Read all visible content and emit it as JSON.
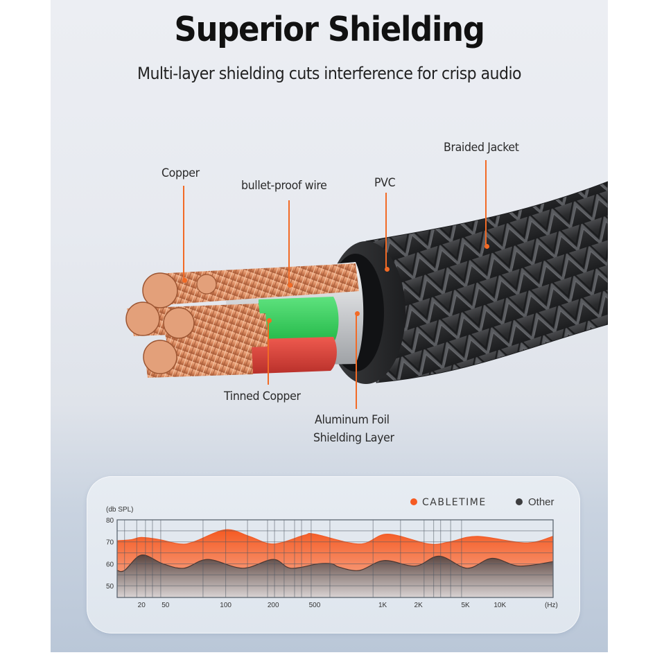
{
  "header": {
    "title": "Superior Shielding",
    "subtitle": "Multi-layer shielding cuts interference for crisp audio"
  },
  "cable_diagram": {
    "labels": [
      {
        "id": "copper",
        "text": "Copper"
      },
      {
        "id": "bullet_proof_wire",
        "text": "bullet-proof wire"
      },
      {
        "id": "pvc",
        "text": "PVC"
      },
      {
        "id": "braided_jacket",
        "text": "Braided Jacket"
      },
      {
        "id": "tinned_copper",
        "text": "Tinned Copper"
      },
      {
        "id": "aluminum_foil_line1",
        "text": "Aluminum Foil"
      },
      {
        "id": "aluminum_foil_line2",
        "text": "Shielding Layer"
      }
    ],
    "colors": {
      "leader": "#f26a25",
      "copper": "#d9895f",
      "green_insulation": "#2fd158",
      "red_insulation": "#e0443c",
      "foil": "#d8dadc",
      "pvc": "#2a2b2d",
      "jacket": "#2c2d2f"
    }
  },
  "chart_data": {
    "type": "area",
    "title": "",
    "ylabel": "(db SPL)",
    "xlabel": "(Hz)",
    "ylim": [
      44.7,
      80
    ],
    "yticks": [
      80,
      70,
      60,
      50
    ],
    "xticks": [
      "20",
      "50",
      "100",
      "200",
      "500",
      "1K",
      "2K",
      "5K",
      "10K"
    ],
    "x_scale": "log (visual position 0-1 across plot)",
    "grid": true,
    "legend": {
      "position": "top-right",
      "entries": [
        {
          "name": "CABLETIME",
          "color": "#f55a22"
        },
        {
          "name": "Other",
          "color": "#3d3d3f"
        }
      ]
    },
    "series": [
      {
        "name": "CABLETIME",
        "color_top": "#f55a22",
        "color_bottom": "#f7b7a0",
        "x": [
          0.0,
          0.033,
          0.056,
          0.097,
          0.145,
          0.176,
          0.249,
          0.303,
          0.358,
          0.429,
          0.453,
          0.556,
          0.62,
          0.715,
          0.763,
          0.827,
          0.938,
          1.0
        ],
        "values": [
          70.5,
          71,
          72,
          71,
          69,
          70,
          75.5,
          72.5,
          69,
          73,
          73.5,
          69,
          73.5,
          69,
          70,
          72.5,
          69.5,
          72.5
        ]
      },
      {
        "name": "Other",
        "color_top": "#5a433d",
        "color_bottom": "#d9d3d3",
        "x": [
          0.0,
          0.017,
          0.056,
          0.105,
          0.153,
          0.208,
          0.288,
          0.358,
          0.398,
          0.461,
          0.493,
          0.509,
          0.556,
          0.612,
          0.684,
          0.739,
          0.803,
          0.86,
          0.922,
          1.0
        ],
        "values": [
          57,
          57,
          64,
          60,
          58,
          62,
          58,
          62,
          58,
          60,
          60,
          58.5,
          57,
          61.5,
          59,
          63.5,
          58,
          62.5,
          59,
          61
        ]
      }
    ],
    "vertical_gridlines": [
      0.017,
      0.045,
      0.065,
      0.081,
      0.1,
      0.197,
      0.249,
      0.299,
      0.345,
      0.361,
      0.383,
      0.407,
      0.423,
      0.445,
      0.488,
      0.587,
      0.65,
      0.704,
      0.726,
      0.742,
      0.765,
      0.79
    ],
    "xtick_positions": [
      0.056,
      0.111,
      0.249,
      0.358,
      0.453,
      0.609,
      0.691,
      0.799,
      0.878
    ],
    "horizontal_gridlines": [
      75,
      70,
      65,
      60,
      55,
      50
    ]
  }
}
